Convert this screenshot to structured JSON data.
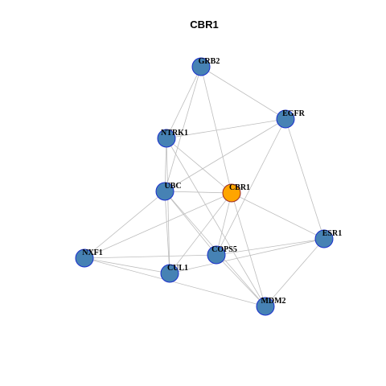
{
  "title": "CBR1",
  "colors": {
    "node_fill": "#4682B4",
    "node_stroke": "#1A2FCC",
    "center_fill": "#FFA500",
    "center_stroke": "#9A2A2A",
    "edge": "#BDBDBD"
  },
  "graph": {
    "center": "CBR1",
    "nodes": [
      "GRB2",
      "EGFR",
      "NTRK1",
      "UBC",
      "CBR1",
      "ESR1",
      "NXF1",
      "COPS5",
      "CUL1",
      "MDM2"
    ],
    "edges": [
      [
        "GRB2",
        "EGFR"
      ],
      [
        "GRB2",
        "NTRK1"
      ],
      [
        "GRB2",
        "UBC"
      ],
      [
        "GRB2",
        "CBR1"
      ],
      [
        "EGFR",
        "NTRK1"
      ],
      [
        "EGFR",
        "UBC"
      ],
      [
        "EGFR",
        "COPS5"
      ],
      [
        "EGFR",
        "ESR1"
      ],
      [
        "NTRK1",
        "UBC"
      ],
      [
        "NTRK1",
        "CBR1"
      ],
      [
        "NTRK1",
        "CUL1"
      ],
      [
        "NTRK1",
        "MDM2"
      ],
      [
        "UBC",
        "CBR1"
      ],
      [
        "UBC",
        "NXF1"
      ],
      [
        "UBC",
        "COPS5"
      ],
      [
        "UBC",
        "CUL1"
      ],
      [
        "UBC",
        "MDM2"
      ],
      [
        "CBR1",
        "ESR1"
      ],
      [
        "CBR1",
        "NXF1"
      ],
      [
        "CBR1",
        "COPS5"
      ],
      [
        "CBR1",
        "CUL1"
      ],
      [
        "CBR1",
        "MDM2"
      ],
      [
        "NXF1",
        "CUL1"
      ],
      [
        "NXF1",
        "COPS5"
      ],
      [
        "NXF1",
        "MDM2"
      ],
      [
        "COPS5",
        "ESR1"
      ],
      [
        "COPS5",
        "MDM2"
      ],
      [
        "CUL1",
        "ESR1"
      ],
      [
        "ESR1",
        "MDM2"
      ]
    ]
  }
}
